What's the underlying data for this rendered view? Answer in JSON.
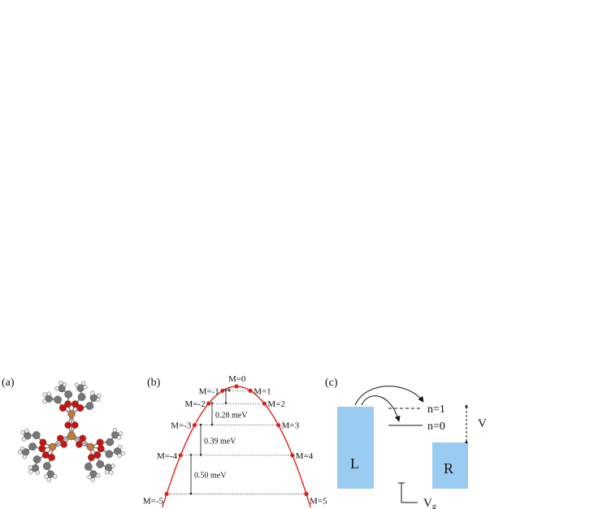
{
  "panels": {
    "a": {
      "label": "(a)"
    },
    "b": {
      "label": "(b)",
      "levels": [
        {
          "label": "M=-5",
          "m": -5
        },
        {
          "label": "M=-4",
          "m": -4
        },
        {
          "label": "M=-3",
          "m": -3
        },
        {
          "label": "M=-2",
          "m": -2
        },
        {
          "label": "M=-1",
          "m": -1
        },
        {
          "label": "M=0",
          "m": 0
        },
        {
          "label": "M=1",
          "m": 1
        },
        {
          "label": "M=2",
          "m": 2
        },
        {
          "label": "M=3",
          "m": 3
        },
        {
          "label": "M=4",
          "m": 4
        },
        {
          "label": "M=5",
          "m": 5
        }
      ],
      "gaps": [
        "0.28 meV",
        "0.39 meV",
        "0.50 meV"
      ]
    },
    "c": {
      "label": "(c)",
      "lead_left": "L",
      "lead_right": "R",
      "state_upper": "n=1",
      "state_lower": "n=0",
      "bias": "V",
      "gate": "V",
      "gate_sub": "g"
    }
  },
  "colors": {
    "curve": "#e0201b",
    "point": "#e0201b",
    "lead": "#99ccf0",
    "oxygen": "#cc1111",
    "carbon": "#777777",
    "hydrogen": "#eeeeee",
    "iron": "#c07a3a"
  }
}
